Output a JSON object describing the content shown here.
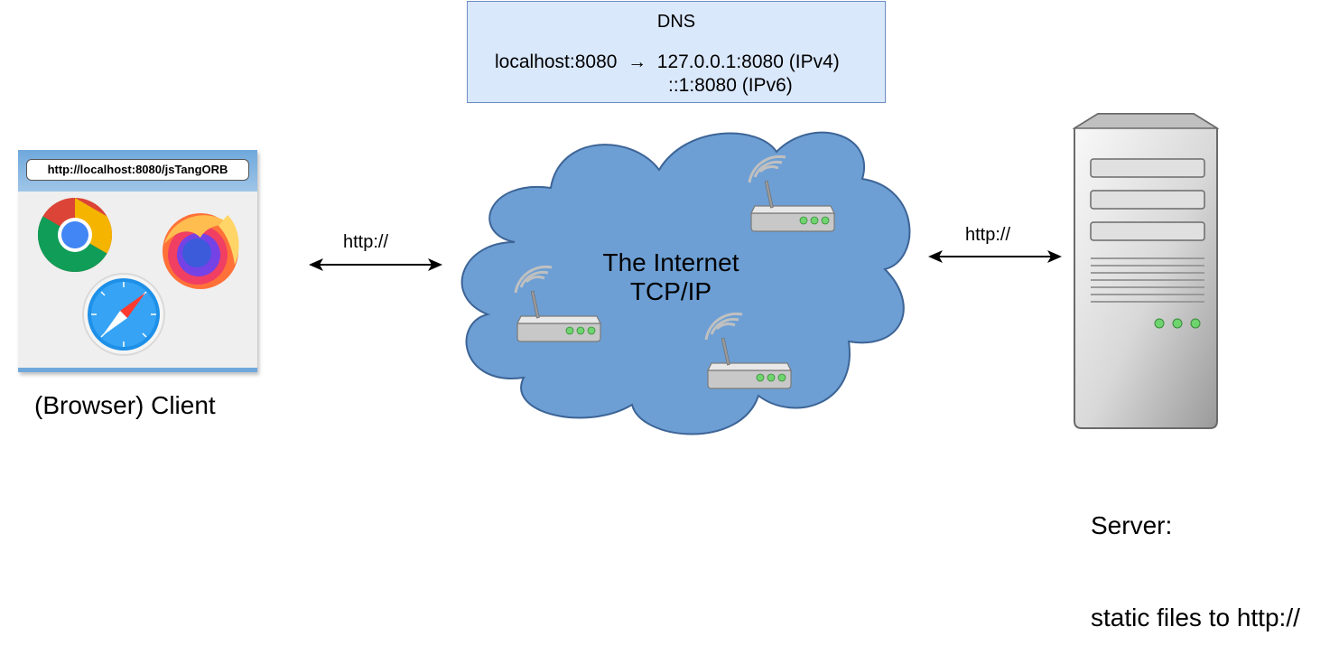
{
  "dns": {
    "title": "DNS",
    "line1": "localhost:8080  →  127.0.0.1:8080 (IPv4)",
    "line2": "::1:8080 (IPv6)"
  },
  "client": {
    "url": "http://localhost:8080/jsTangORB",
    "label": "(Browser) Client",
    "browsers": [
      "chrome-icon",
      "firefox-icon",
      "safari-icon"
    ]
  },
  "links": {
    "client_protocol": "http://",
    "server_protocol": "http://"
  },
  "internet": {
    "line1": "The Internet",
    "line2": "TCP/IP"
  },
  "server": {
    "line1": "Server:",
    "line2": "static files to http://"
  },
  "colors": {
    "dns_fill": "#dae8fc",
    "dns_border": "#6c8ebf",
    "cloud_fill": "#6d9fd4",
    "cloud_stroke": "#3d6496",
    "led_green": "#6ed46e"
  }
}
